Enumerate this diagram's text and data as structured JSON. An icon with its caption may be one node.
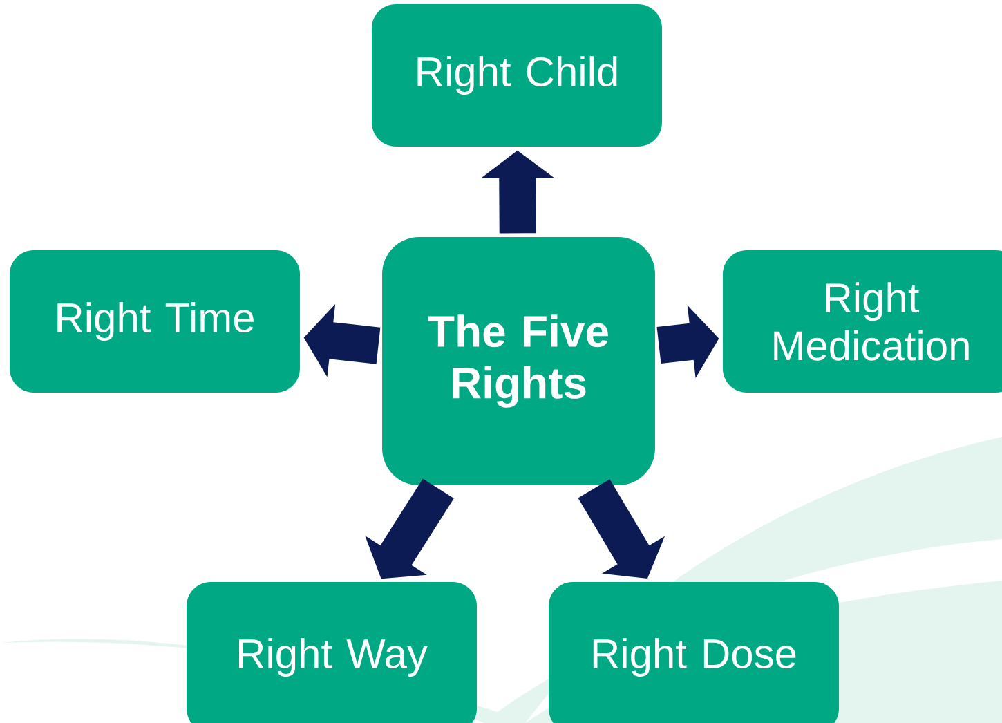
{
  "diagram": {
    "nodes": [
      {
        "text": [
          "Right Child"
        ]
      },
      {
        "text": [
          "Right Time"
        ]
      },
      {
        "text": [
          "The Five Rights"
        ]
      },
      {
        "text": [
          "Right Medication"
        ]
      },
      {
        "text": [
          "Right Way"
        ]
      },
      {
        "text": [
          "Right Dose"
        ]
      }
    ],
    "edges": [
      {
        "from": 2,
        "to": 0,
        "arrow": "to"
      },
      {
        "from": 2,
        "to": 1,
        "arrow": "to"
      },
      {
        "from": 2,
        "to": 3,
        "arrow": "to"
      },
      {
        "from": 2,
        "to": 4,
        "arrow": "to"
      },
      {
        "from": 2,
        "to": 5,
        "arrow": "to"
      }
    ]
  }
}
